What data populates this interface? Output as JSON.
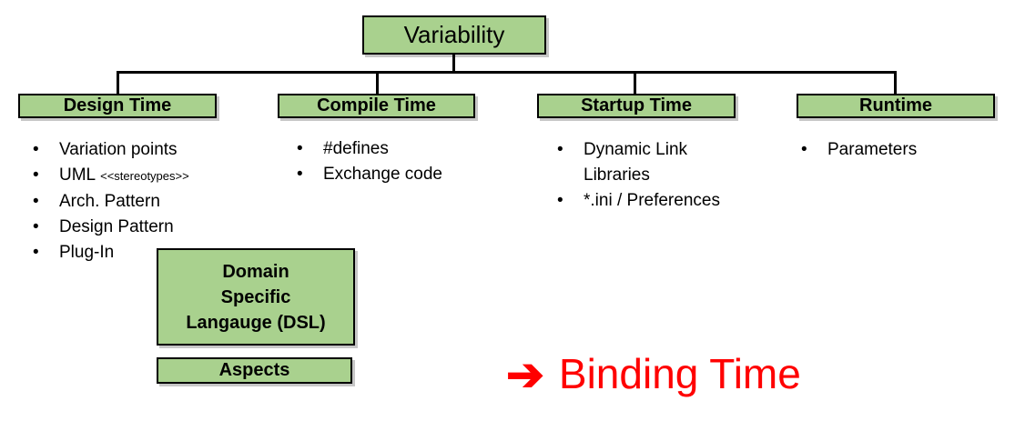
{
  "diagram": {
    "bullet_char": "•",
    "root": {
      "label": "Variability"
    },
    "branches": [
      {
        "label": "Design Time",
        "items": [
          {
            "text": "Variation points"
          },
          {
            "text": "UML",
            "small": "<<stereotypes>>"
          },
          {
            "text": "Arch. Pattern"
          },
          {
            "text": "Design Pattern"
          },
          {
            "text": "Plug-In"
          }
        ]
      },
      {
        "label": "Compile Time",
        "items": [
          {
            "text": "#defines"
          },
          {
            "text": "Exchange code"
          }
        ]
      },
      {
        "label": "Startup Time",
        "items": [
          {
            "text": "Dynamic Link Libraries"
          },
          {
            "text": "*.ini / Preferences"
          }
        ]
      },
      {
        "label": "Runtime",
        "items": [
          {
            "text": "Parameters"
          }
        ]
      }
    ],
    "extra_boxes": {
      "dsl": {
        "lines": [
          "Domain",
          "Specific",
          "Langauge (DSL)"
        ]
      },
      "aspects": {
        "label": "Aspects"
      }
    },
    "annotation": {
      "arrow_icon": "➔",
      "label": "Binding Time",
      "color": "#ff0000"
    },
    "colors": {
      "box_fill": "#a9d18e",
      "box_border": "#000000",
      "connector": "#000000"
    }
  }
}
